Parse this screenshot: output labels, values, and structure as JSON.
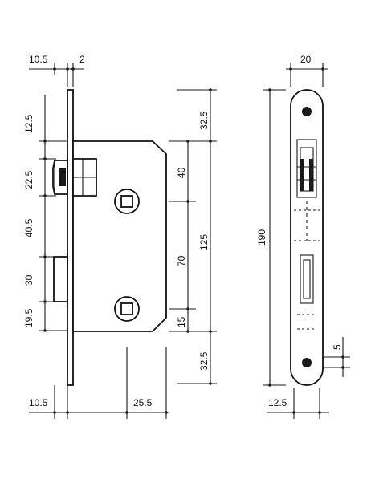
{
  "side_view": {
    "top": {
      "left_width": "10.5",
      "plate_thickness": "2"
    },
    "left": {
      "seg1": "12.5",
      "seg2": "22.5",
      "seg3": "40.5",
      "seg4": "30",
      "seg5": "19.5"
    },
    "right": {
      "top_margin": "32.5",
      "upper_spindle": "40",
      "spindle_spacing": "70",
      "lower_offset": "15",
      "bottom_margin": "32.5",
      "total": "125"
    },
    "bottom": {
      "left_width": "10.5",
      "backset": "25.5"
    }
  },
  "front_view": {
    "width": "20",
    "height": "190",
    "hole_offset": "5",
    "bottom_offset": "12.5"
  },
  "colors": {
    "line": "#1a1a1a",
    "background": "#ffffff"
  }
}
